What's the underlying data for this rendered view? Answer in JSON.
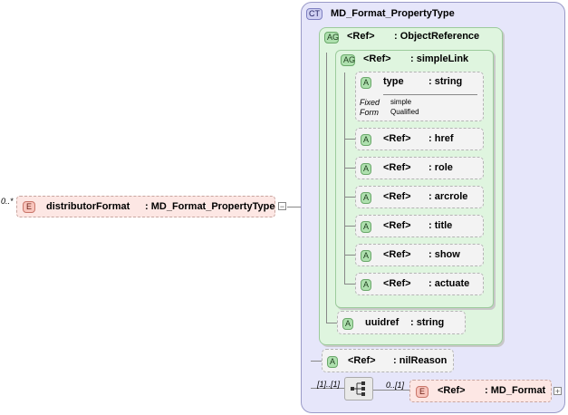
{
  "root_element": {
    "cardinality": "0..*",
    "badge": "E",
    "name": "distributorFormat",
    "type": ": MD_Format_PropertyType",
    "collapse_symbol": "−"
  },
  "complex_type": {
    "badge": "CT",
    "name": "MD_Format_PropertyType"
  },
  "object_reference_group": {
    "badge": "AG",
    "ref": "<Ref>",
    "name": ": ObjectReference"
  },
  "simple_link_group": {
    "badge": "AG",
    "ref": "<Ref>",
    "name": ": simpleLink"
  },
  "type_attr": {
    "badge": "A",
    "name": "type",
    "type": ": string",
    "fixed_label": "Fixed",
    "fixed_value": "simple",
    "form_label": "Form",
    "form_value": "Qualified"
  },
  "simple_link_attrs": [
    {
      "badge": "A",
      "ref": "<Ref>",
      "name": ": href"
    },
    {
      "badge": "A",
      "ref": "<Ref>",
      "name": ": role"
    },
    {
      "badge": "A",
      "ref": "<Ref>",
      "name": ": arcrole"
    },
    {
      "badge": "A",
      "ref": "<Ref>",
      "name": ": title"
    },
    {
      "badge": "A",
      "ref": "<Ref>",
      "name": ": show"
    },
    {
      "badge": "A",
      "ref": "<Ref>",
      "name": ": actuate"
    }
  ],
  "uuidref_attr": {
    "badge": "A",
    "name": "uuidref",
    "type": ": string"
  },
  "nilreason_attr": {
    "badge": "A",
    "ref": "<Ref>",
    "name": ": nilReason"
  },
  "sequence": {
    "cardinality": "[1]..[1]"
  },
  "md_format_element": {
    "cardinality": "0..[1]",
    "badge": "E",
    "ref": "<Ref>",
    "name": ": MD_Format",
    "expand_symbol": "+"
  },
  "colors": {
    "complex_type_bg": "#e6e6fa",
    "attribute_group_bg": "#dff5df",
    "element_bg": "#fde7e4",
    "attribute_bg": "#f3f3f3"
  }
}
